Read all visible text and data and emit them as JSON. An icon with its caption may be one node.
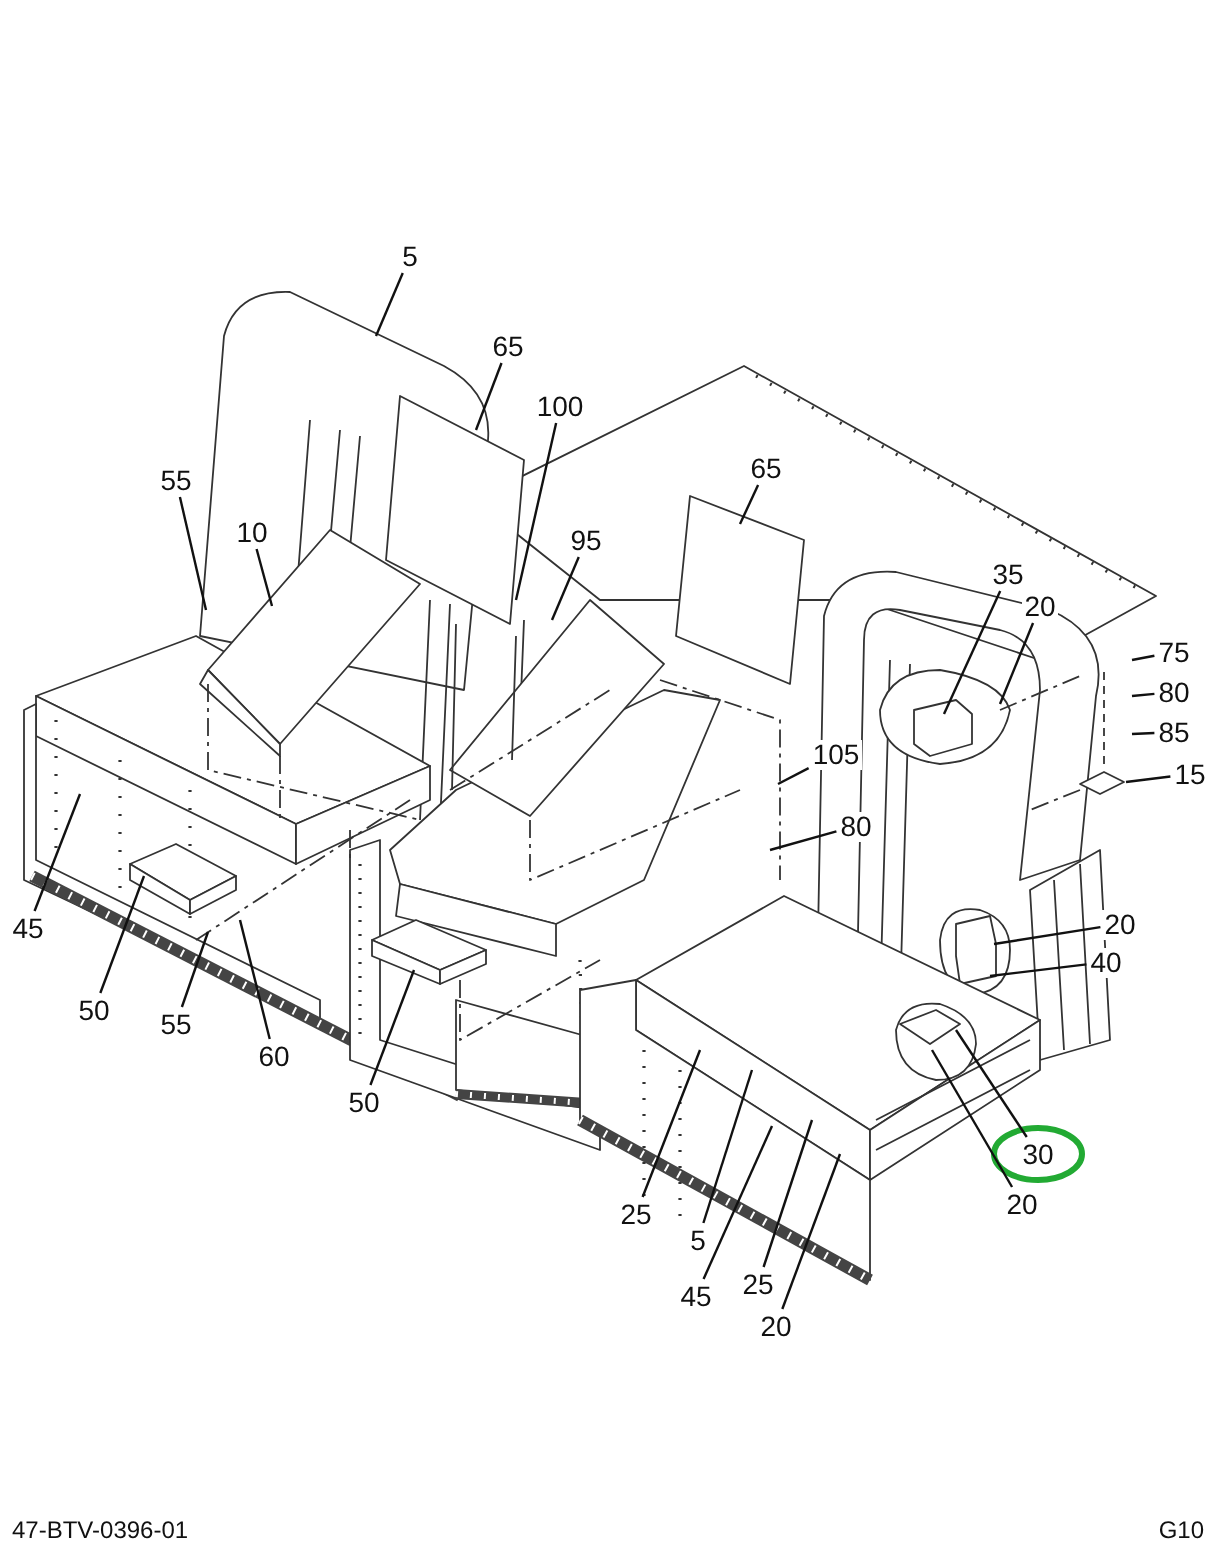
{
  "diagram": {
    "nodes": [
      {
        "text": [
          "5"
        ]
      },
      {
        "text": [
          "65"
        ]
      },
      {
        "text": [
          "100"
        ]
      },
      {
        "text": [
          "55"
        ]
      },
      {
        "text": [
          "10"
        ]
      },
      {
        "text": [
          "95"
        ]
      },
      {
        "text": [
          "65"
        ]
      },
      {
        "text": [
          "35"
        ]
      },
      {
        "text": [
          "20"
        ]
      },
      {
        "text": [
          "75"
        ]
      },
      {
        "text": [
          "80"
        ]
      },
      {
        "text": [
          "85"
        ]
      },
      {
        "text": [
          "15"
        ]
      },
      {
        "text": [
          "105"
        ]
      },
      {
        "text": [
          "80"
        ]
      },
      {
        "text": [
          "45"
        ]
      },
      {
        "text": [
          "50"
        ]
      },
      {
        "text": [
          "55"
        ]
      },
      {
        "text": [
          "60"
        ]
      },
      {
        "text": [
          "50"
        ]
      },
      {
        "text": [
          "25"
        ]
      },
      {
        "text": [
          "5"
        ]
      },
      {
        "text": [
          "45"
        ]
      },
      {
        "text": [
          "25"
        ]
      },
      {
        "text": [
          "20"
        ]
      },
      {
        "text": [
          "20"
        ]
      },
      {
        "text": [
          "40"
        ]
      },
      {
        "text": [
          "20"
        ]
      },
      {
        "text": [
          "30"
        ]
      }
    ],
    "edges": [
      {
        "from": 0,
        "to": null,
        "arrow": "none"
      },
      {
        "from": 1,
        "to": null,
        "arrow": "none"
      },
      {
        "from": 2,
        "to": null,
        "arrow": "none"
      },
      {
        "from": 3,
        "to": null,
        "arrow": "none"
      },
      {
        "from": 4,
        "to": null,
        "arrow": "none"
      },
      {
        "from": 5,
        "to": null,
        "arrow": "none"
      },
      {
        "from": 6,
        "to": null,
        "arrow": "none"
      },
      {
        "from": 7,
        "to": null,
        "arrow": "none"
      },
      {
        "from": 8,
        "to": null,
        "arrow": "none"
      },
      {
        "from": 9,
        "to": null,
        "arrow": "none"
      },
      {
        "from": 10,
        "to": null,
        "arrow": "none"
      },
      {
        "from": 11,
        "to": null,
        "arrow": "none"
      },
      {
        "from": 12,
        "to": null,
        "arrow": "none"
      },
      {
        "from": 13,
        "to": null,
        "arrow": "none"
      },
      {
        "from": 14,
        "to": null,
        "arrow": "none"
      },
      {
        "from": 15,
        "to": null,
        "arrow": "none"
      },
      {
        "from": 16,
        "to": null,
        "arrow": "none"
      },
      {
        "from": 17,
        "to": null,
        "arrow": "none"
      },
      {
        "from": 18,
        "to": null,
        "arrow": "none"
      },
      {
        "from": 19,
        "to": null,
        "arrow": "none"
      },
      {
        "from": 20,
        "to": null,
        "arrow": "none"
      },
      {
        "from": 21,
        "to": null,
        "arrow": "none"
      },
      {
        "from": 22,
        "to": null,
        "arrow": "none"
      },
      {
        "from": 23,
        "to": null,
        "arrow": "none"
      },
      {
        "from": 24,
        "to": null,
        "arrow": "none"
      },
      {
        "from": 25,
        "to": null,
        "arrow": "none"
      },
      {
        "from": 26,
        "to": null,
        "arrow": "none"
      },
      {
        "from": 27,
        "to": null,
        "arrow": "none"
      },
      {
        "from": 28,
        "to": null,
        "arrow": "none"
      }
    ],
    "labels": [
      "47-BTV-0396-01",
      "G10"
    ]
  }
}
